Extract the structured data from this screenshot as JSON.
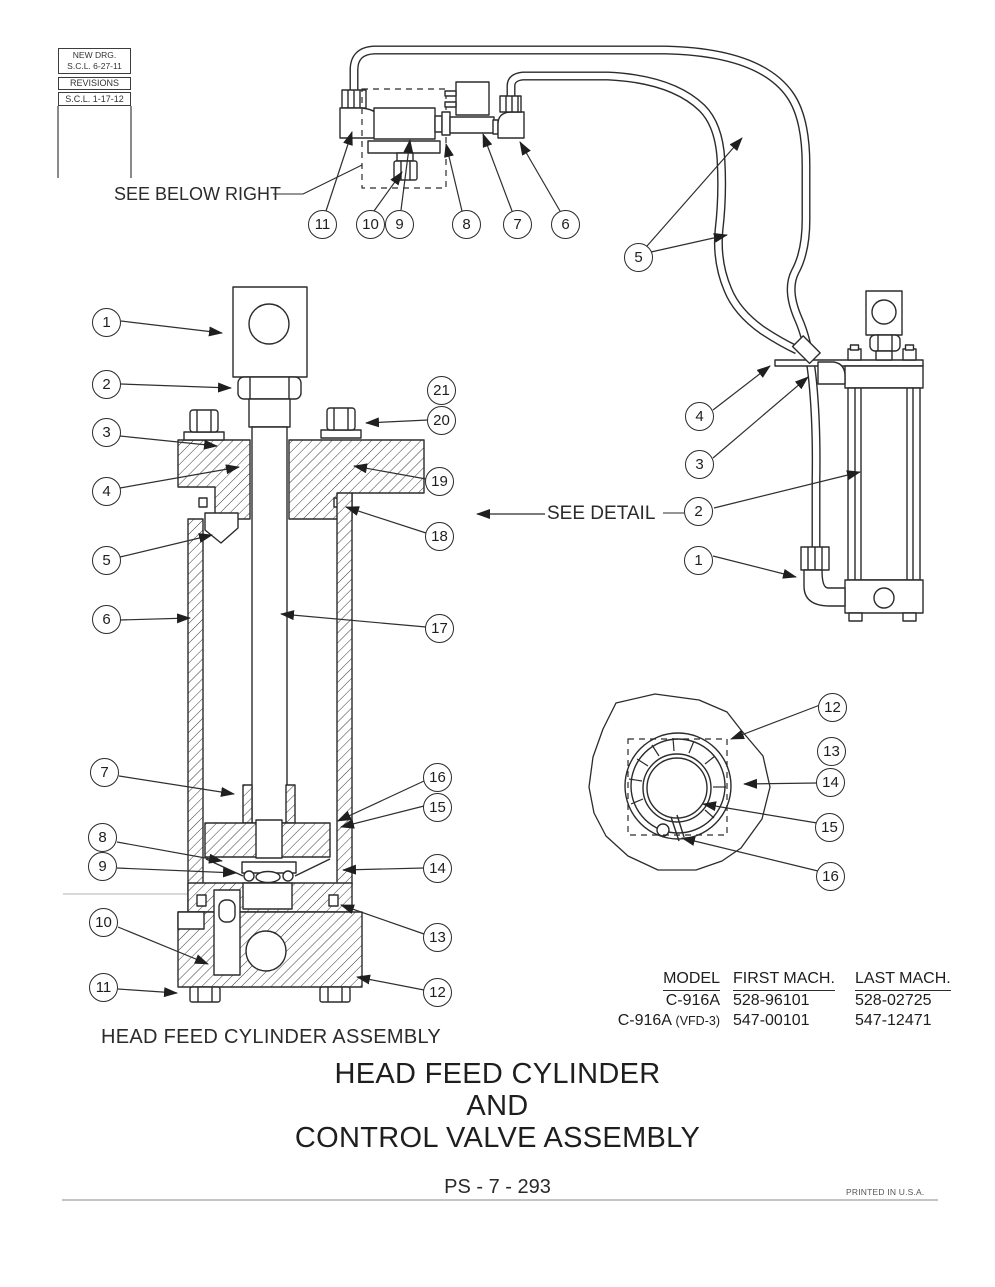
{
  "revision_box": {
    "line1": "NEW DRG.",
    "line2": "S.C.L. 6-27-11",
    "line3": "REVISIONS",
    "line4": "S.C.L. 1-17-12"
  },
  "labels": {
    "see_below_right": "SEE BELOW RIGHT",
    "see_detail": "SEE DETAIL",
    "assembly_caption": "HEAD FEED CYLINDER ASSEMBLY"
  },
  "callouts": {
    "valve_group": [
      "11",
      "10",
      "9",
      "8",
      "7",
      "6",
      "5"
    ],
    "cylinder_left": [
      "1",
      "2",
      "3",
      "4",
      "5",
      "6",
      "7",
      "8",
      "9",
      "10",
      "11"
    ],
    "cylinder_right": [
      "21",
      "20",
      "19",
      "18",
      "17",
      "16",
      "15",
      "14",
      "13",
      "12"
    ],
    "external_right": [
      "4",
      "3",
      "2",
      "1"
    ],
    "knob_detail": [
      "12",
      "13",
      "14",
      "15",
      "16"
    ]
  },
  "machine_table": {
    "headers": [
      "MODEL",
      "FIRST MACH.",
      "LAST MACH."
    ],
    "rows": [
      {
        "model": "C-916A",
        "model_suffix": "",
        "first": "528-96101",
        "last": "528-02725"
      },
      {
        "model": "C-916A",
        "model_suffix": "(VFD-3)",
        "first": "547-00101",
        "last": "547-12471"
      }
    ]
  },
  "title": {
    "line1": "HEAD FEED CYLINDER",
    "line2": "AND",
    "line3": "CONTROL VALVE ASSEMBLY"
  },
  "footer": {
    "doc_number": "PS - 7 - 293",
    "printed": "PRINTED IN U.S.A."
  },
  "colors": {
    "line": "#2b2b2b",
    "background": "#ffffff",
    "faint_line": "#b0b0b0"
  }
}
